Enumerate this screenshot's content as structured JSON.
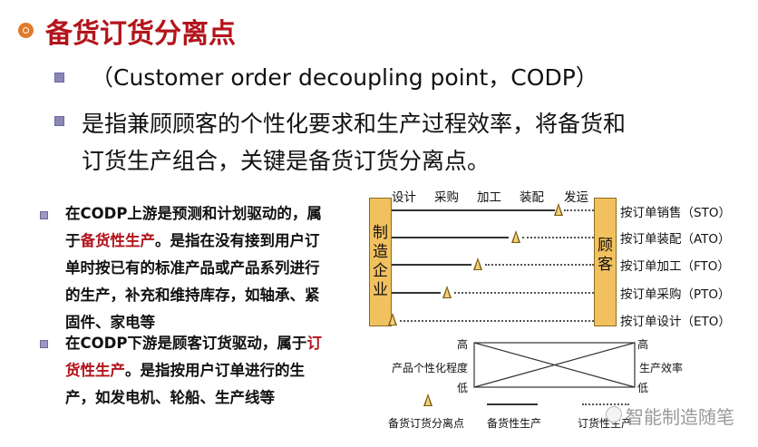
{
  "title": "备货订货分离点",
  "bullets": [
    "（Customer order decoupling point，CODP）",
    "是指兼顾顾客的个性化要求和生产过程效率，将备货和",
    "订货生产组合，关键是备货订货分离点。"
  ],
  "left": [
    {
      "before": "在CODP上游是预测和计划驱动的，属于",
      "red": "备货性生产",
      "after": "。是指在没有接到用户订单时按已有的标准产品或产品系列进行的生产，补充和维持库存，如轴承、紧固件、家电等"
    },
    {
      "before": "在CODP下游是顾客订货驱动，属于",
      "red": "订货性生产",
      "after": "。是指按用户订单进行的生产，如发电机、轮船、生产线等"
    }
  ],
  "diagram": {
    "stages": [
      "设计",
      "采购",
      "加工",
      "装配",
      "发运"
    ],
    "left_bar": "制造企业",
    "right_bar": "顾客",
    "modes": [
      "按订单销售（STO）",
      "按订单装配（ATO）",
      "按订单加工（FTO）",
      "按订单采购（PTO）",
      "按订单设计（ETO）"
    ],
    "high": "高",
    "low": "低",
    "left_axis": "产品个性化程度",
    "right_axis": "生产效率",
    "legend": [
      "备货订货分离点",
      "备货性生产",
      "订货性生产"
    ]
  },
  "watermark": "智能制造随笔",
  "colors": {
    "accent": "#b3141c",
    "bar": "#f2c15f"
  }
}
